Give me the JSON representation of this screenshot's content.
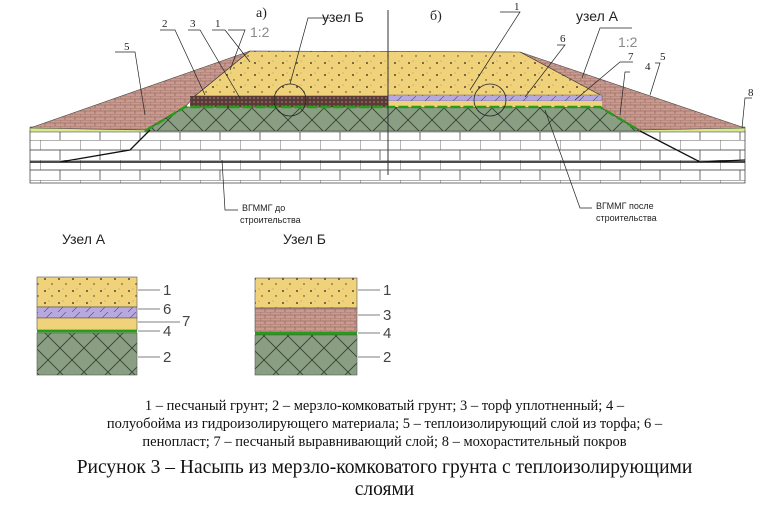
{
  "labels": {
    "a": "а)",
    "b": "б)",
    "node_b": "узел Б",
    "node_a": "узел А",
    "slope_left": "1:2",
    "slope_right": "1:2",
    "n1": "1",
    "n2": "2",
    "n3": "3",
    "n4": "4",
    "n5": "5",
    "n6": "6",
    "n7": "7",
    "n8": "8",
    "vgmmg_before_1": "ВГММГ до",
    "vgmmg_before_2": "строительства",
    "vgmmg_after_1": "ВГММГ после",
    "vgmmg_after_2": "строительства"
  },
  "nodes": {
    "a_title": "Узел А",
    "b_title": "Узел Б",
    "a_labels": [
      "1",
      "6",
      "7",
      "4",
      "2"
    ],
    "b_labels": [
      "1",
      "3",
      "4",
      "2"
    ]
  },
  "legend": [
    "1 – песчаный грунт; 2 – мерзло-комковатый грунт; 3 – торф уплотненный; 4 –",
    "полуобойма из гидроизолирующего материала; 5 – теплоизолирующий слой из торфа; 6 –",
    "пенопласт; 7 – песчаный выравнивающий слой; 8 – мохорастительный покров"
  ],
  "caption": [
    "Рисунок 3 – Насыпь из мерзло-комковатого грунта с теплоизолирующими",
    "слоями"
  ],
  "colors": {
    "sand": "#f0d27a",
    "peat": "#c89a90",
    "frozen": "#8a9e84",
    "foam": "#b8a8e0",
    "green": "#2a9a1a"
  }
}
